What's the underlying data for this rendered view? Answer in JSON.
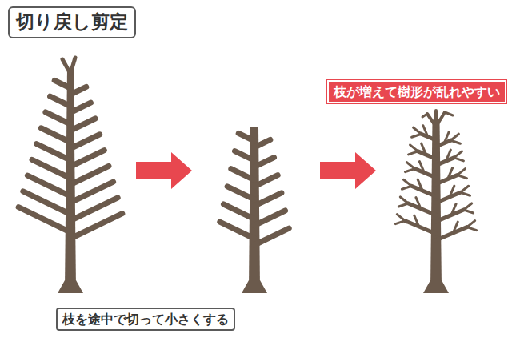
{
  "diagram": {
    "title": "切り戻し剪定",
    "nodes": [
      {
        "text": [
          "枝が増えて樹形が乱れやすい"
        ]
      },
      {
        "text": [
          "枝を途中で切って小さくする"
        ]
      }
    ]
  }
}
